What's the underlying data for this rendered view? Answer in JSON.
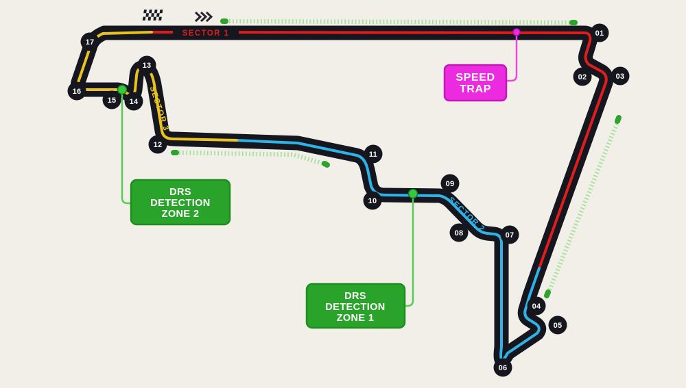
{
  "colors": {
    "background": "#f2efe9",
    "track": "#16161e",
    "sector1": "#de1e1e",
    "sector2": "#2fb2e6",
    "sector3": "#e8c21e",
    "drs_dotted": "#a6e29c",
    "drs_cap": "#2da32d",
    "detection_dot": "#38c840",
    "detection_dot_ring": "#117a1c",
    "connector_green": "#55cc55",
    "speed_trap_box": "#ec2ae0",
    "speed_trap_border": "#c218b6",
    "speed_trap_line": "#ee46e2",
    "drs_box": "#2aa32a",
    "drs_box_border": "#1e8c1e",
    "flag_dark": "#1c1c24",
    "chevron": "#26262e",
    "label_text": "#ffffff"
  },
  "sectors": [
    {
      "label": "SECTOR 1"
    },
    {
      "label": "SECTOR 2"
    },
    {
      "label": "SECTOR 3"
    }
  ],
  "turns": [
    "01",
    "02",
    "03",
    "04",
    "05",
    "06",
    "07",
    "08",
    "09",
    "10",
    "11",
    "12",
    "13",
    "14",
    "15",
    "16",
    "17"
  ],
  "labels": {
    "speed_trap": {
      "lines": [
        "SPEED",
        "TRAP"
      ]
    },
    "drs_zone_1": {
      "lines": [
        "DRS",
        "DETECTION",
        "ZONE 1"
      ]
    },
    "drs_zone_2": {
      "lines": [
        "DRS",
        "DETECTION",
        "ZONE 2"
      ]
    }
  },
  "icons": {
    "start_finish": "checkered-flag",
    "direction": "chevrons-right"
  }
}
